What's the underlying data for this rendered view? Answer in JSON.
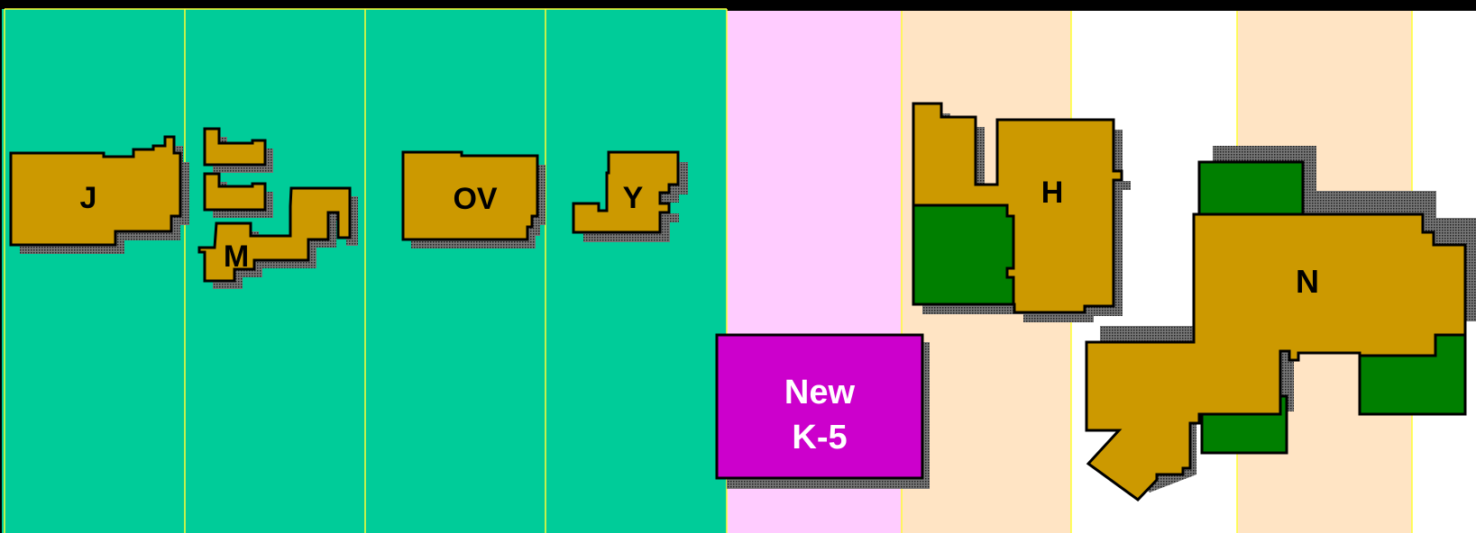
{
  "colors": {
    "teal": "#00CC99",
    "pink": "#FFCCFF",
    "peach": "#FFE4C4",
    "white": "#FFFFFF",
    "building": "#CC9900",
    "green": "#007F00",
    "magenta": "#CC00CC",
    "divider": "#FFFF33",
    "outline": "#000000"
  },
  "buildings": {
    "j": "J",
    "m": "M",
    "ov": "OV",
    "y": "Y",
    "h": "H",
    "n": "N",
    "new_k5_line1": "New",
    "new_k5_line2": "K-5"
  }
}
